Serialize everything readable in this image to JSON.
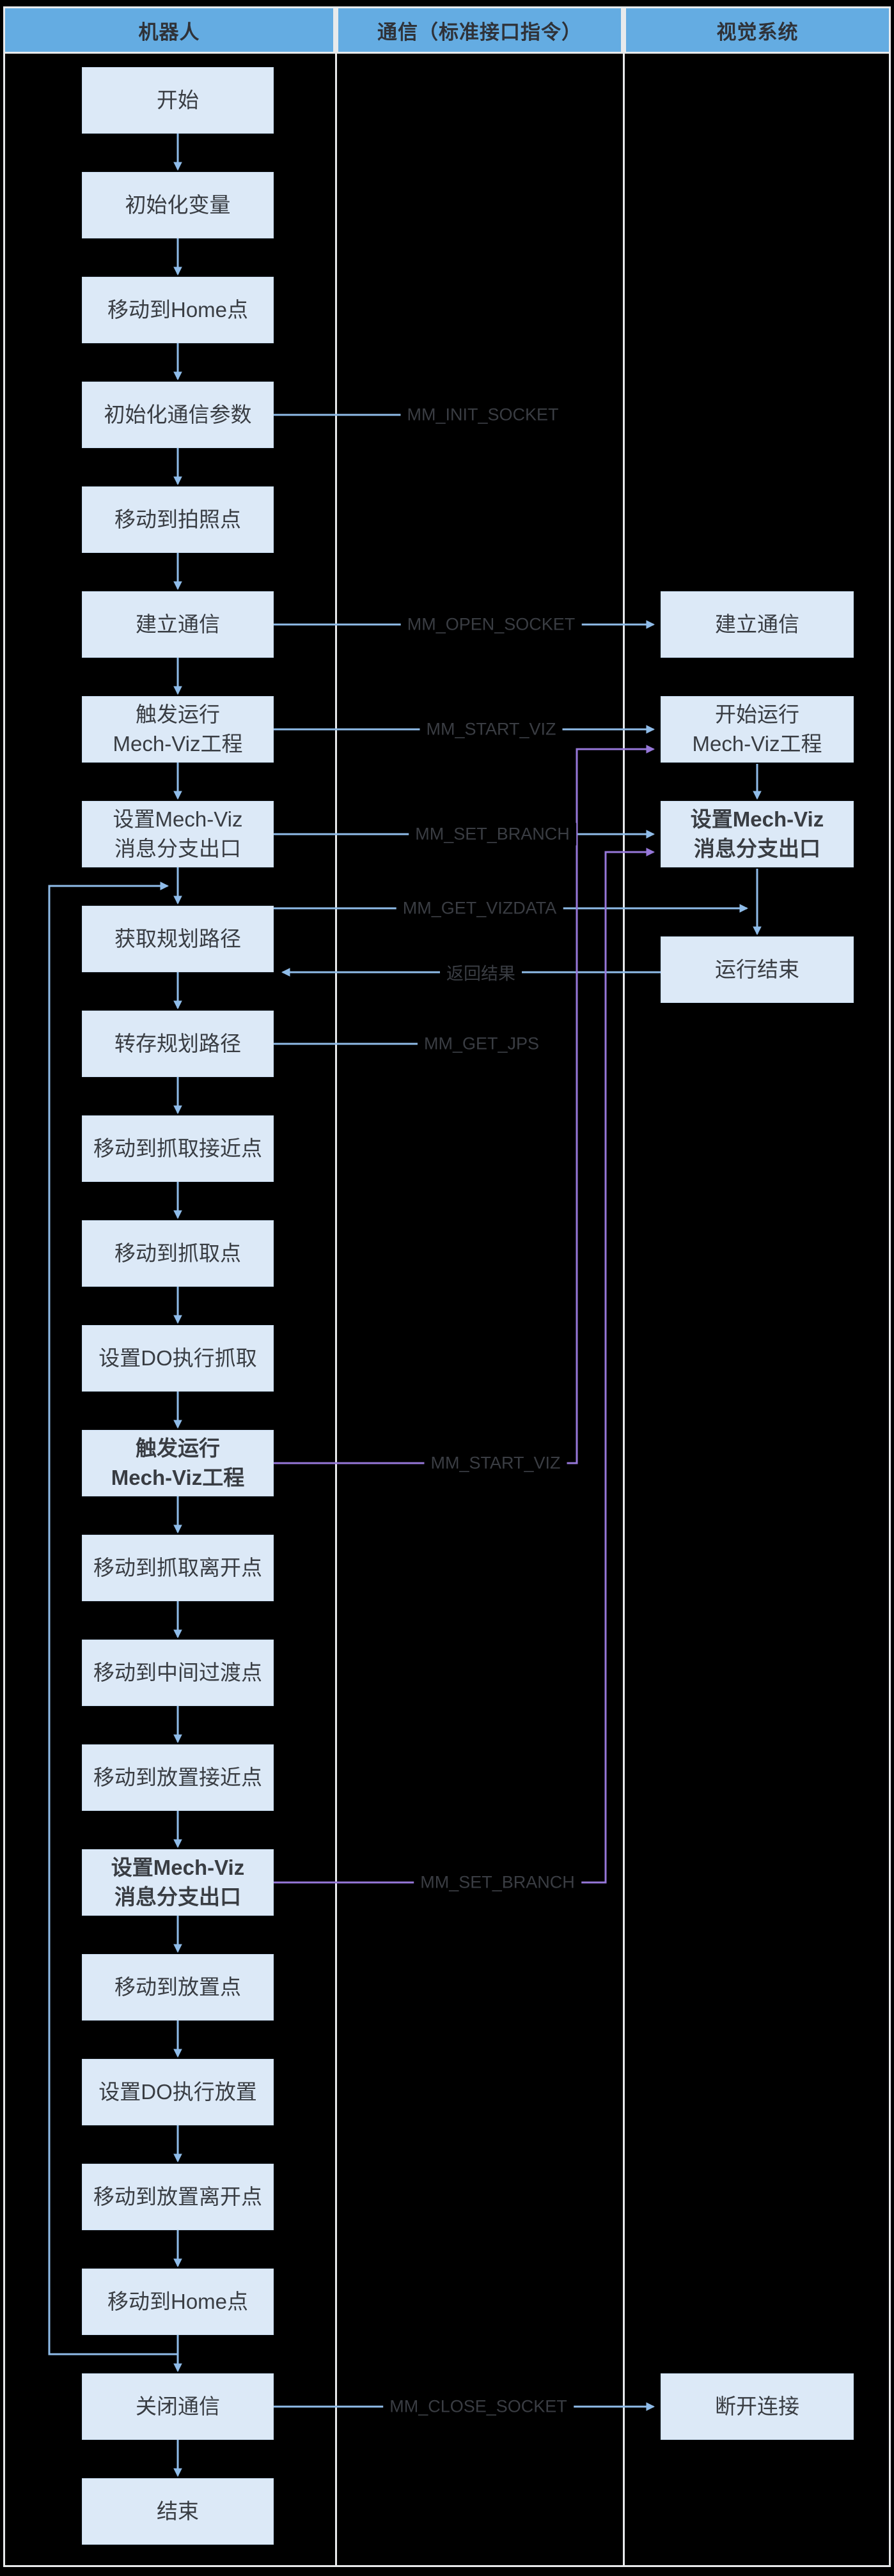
{
  "colors": {
    "page-bg": "#000000",
    "frame": "#E8EAEC",
    "header-bg": "#64ACE2",
    "header-text": "#2F3238",
    "box-bg": "#DCE9F7",
    "box-border": "#C9DDF2",
    "box-text": "#393D43",
    "line-blue": "#8FBCE9",
    "line-purple": "#9677D9",
    "label-text": "#3A3D43"
  },
  "header": {
    "columns": [
      {
        "label": "机器人"
      },
      {
        "label": "通信（标准接口指令）"
      },
      {
        "label": "视觉系统"
      }
    ]
  },
  "robot": {
    "steps": [
      {
        "label": "开始"
      },
      {
        "label": "初始化变量"
      },
      {
        "label": "移动到Home点"
      },
      {
        "label": "初始化通信参数"
      },
      {
        "label": "移动到拍照点"
      },
      {
        "label": "建立通信"
      },
      {
        "label": "触发运行\nMech-Viz工程"
      },
      {
        "label": "设置Mech-Viz\n消息分支出口"
      },
      {
        "label": "获取规划路径"
      },
      {
        "label": "转存规划路径"
      },
      {
        "label": "移动到抓取接近点"
      },
      {
        "label": "移动到抓取点"
      },
      {
        "label": "设置DO执行抓取"
      },
      {
        "label": "触发运行\nMech-Viz工程",
        "emphasis": true
      },
      {
        "label": "移动到抓取离开点"
      },
      {
        "label": "移动到中间过渡点"
      },
      {
        "label": "移动到放置接近点"
      },
      {
        "label": "设置Mech-Viz\n消息分支出口",
        "emphasis": true
      },
      {
        "label": "移动到放置点"
      },
      {
        "label": "设置DO执行放置"
      },
      {
        "label": "移动到放置离开点"
      },
      {
        "label": "移动到Home点"
      },
      {
        "label": "关闭通信"
      },
      {
        "label": "结束"
      }
    ]
  },
  "vision": {
    "steps": [
      {
        "label": "建立通信"
      },
      {
        "label": "开始运行\nMech-Viz工程"
      },
      {
        "label": "设置Mech-Viz\n消息分支出口",
        "emphasis": true
      },
      {
        "label": "运行结束"
      },
      {
        "label": "断开连接"
      }
    ]
  },
  "commands": [
    {
      "label": "MM_INIT_SOCKET"
    },
    {
      "label": "MM_OPEN_SOCKET"
    },
    {
      "label": "MM_START_VIZ"
    },
    {
      "label": "MM_SET_BRANCH"
    },
    {
      "label": "MM_GET_VIZDATA"
    },
    {
      "label": "返回结果"
    },
    {
      "label": "MM_GET_JPS"
    },
    {
      "label": "MM_START_VIZ"
    },
    {
      "label": "MM_SET_BRANCH"
    },
    {
      "label": "MM_CLOSE_SOCKET"
    }
  ]
}
